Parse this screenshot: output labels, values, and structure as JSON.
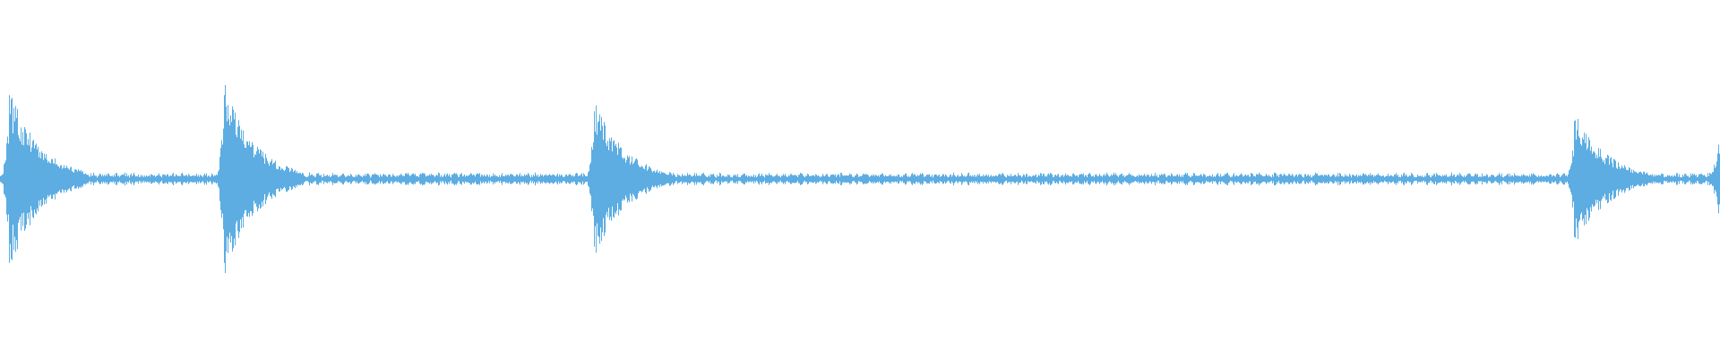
{
  "waveform": {
    "color": "#5dade2",
    "background": "#ffffff",
    "bursts": [
      {
        "position": 0.005,
        "peak": 0.92
      },
      {
        "position": 0.13,
        "peak": 0.98
      },
      {
        "position": 0.345,
        "peak": 0.81
      },
      {
        "position": 0.915,
        "peak": 0.72
      },
      {
        "position": 0.998,
        "peak": 0.42
      }
    ],
    "noise_level": 0.05
  }
}
